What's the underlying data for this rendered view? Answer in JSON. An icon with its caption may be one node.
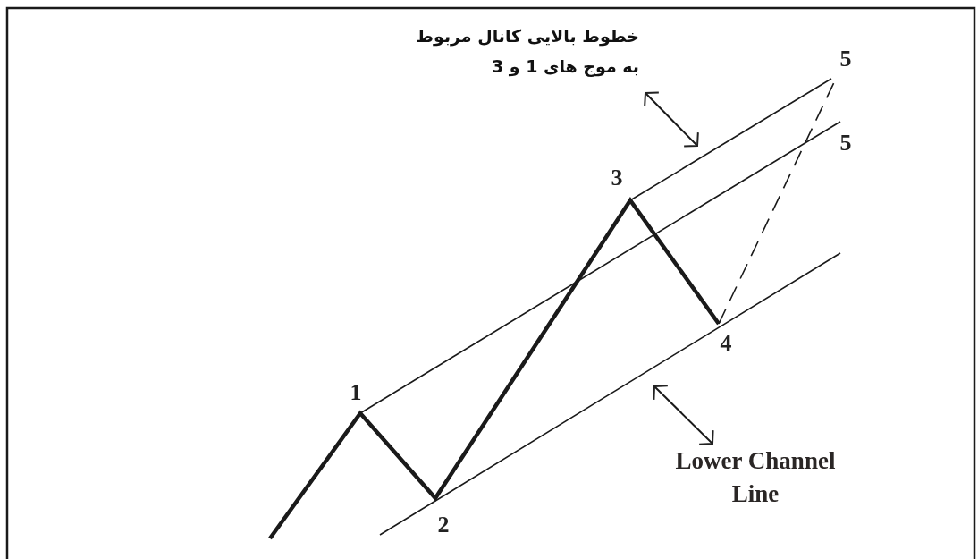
{
  "diagram": {
    "labels": [
      "خطوط بالایی کانال مربوط به موج های 1 و 3",
      "5",
      "5",
      "3",
      "1",
      "4",
      "2",
      "Lower Channel Line"
    ]
  }
}
